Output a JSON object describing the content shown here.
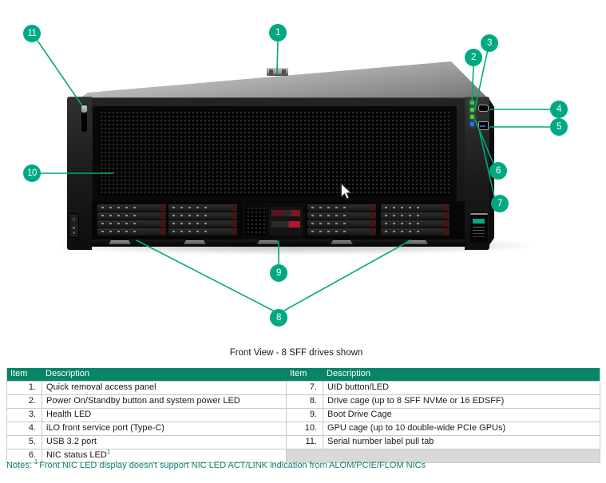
{
  "figure": {
    "caption": "Front View - 8 SFF drives shown",
    "callout_numbers": [
      "1",
      "2",
      "3",
      "4",
      "5",
      "6",
      "7",
      "8",
      "9",
      "10",
      "11"
    ]
  },
  "table": {
    "headers": [
      "Item",
      "Description",
      "Item",
      "Description"
    ],
    "left_rows": [
      {
        "item": "1.",
        "desc": "Quick removal access panel"
      },
      {
        "item": "2.",
        "desc": "Power On/Standby button and system power LED"
      },
      {
        "item": "3.",
        "desc": "Health LED"
      },
      {
        "item": "4.",
        "desc": "iLO front service port (Type-C)"
      },
      {
        "item": "5.",
        "desc": "USB 3.2 port"
      },
      {
        "item": "6.",
        "desc": "NIC status LED",
        "sup": "1"
      }
    ],
    "right_rows": [
      {
        "item": "7.",
        "desc": "UID button/LED"
      },
      {
        "item": "8.",
        "desc": "Drive cage (up to 8 SFF NVMe or 16 EDSFF)"
      },
      {
        "item": "9.",
        "desc": "Boot Drive Cage"
      },
      {
        "item": "10.",
        "desc": "GPU cage (up to 10 double-wide PCIe GPUs)"
      },
      {
        "item": "11.",
        "desc": "Serial number label pull tab"
      }
    ]
  },
  "notes": {
    "label": "Notes:",
    "sup": "1",
    "text": "Front NIC LED display doesn't support NIC LED ACT/LINK indication from ALOM/PCIE/FLOM NICs"
  },
  "colors": {
    "accent": "#01A982",
    "table-header-bg": "#088567",
    "table-header-text": "#FFFFFF",
    "notes-text": "#0E8173",
    "empty-cell": "#D9D9D9",
    "table-border": "#C9C9C9",
    "led-green": "#3FD24A",
    "led-blue": "#2F6FE0"
  }
}
